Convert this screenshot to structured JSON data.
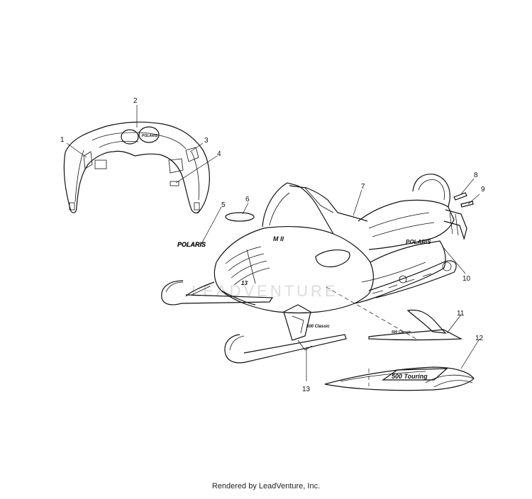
{
  "callouts": [
    {
      "id": "1",
      "label": "1"
    },
    {
      "id": "2",
      "label": "2"
    },
    {
      "id": "3",
      "label": "3"
    },
    {
      "id": "4",
      "label": "4"
    },
    {
      "id": "5",
      "label": "5"
    },
    {
      "id": "6",
      "label": "6"
    },
    {
      "id": "7",
      "label": "7"
    },
    {
      "id": "8",
      "label": "8"
    },
    {
      "id": "9",
      "label": "9"
    },
    {
      "id": "10",
      "label": "10"
    },
    {
      "id": "11",
      "label": "11"
    },
    {
      "id": "12",
      "label": "12"
    },
    {
      "id": "13",
      "label": "13"
    }
  ],
  "decals": {
    "brand": "POLARIS",
    "hood_mark": "13",
    "hood_text": "M II",
    "stripe_text": "500 Classic",
    "model_badge": "500 Touring"
  },
  "watermark": "LEADVENTURE",
  "footer": "Rendered by LeadVenture, Inc."
}
